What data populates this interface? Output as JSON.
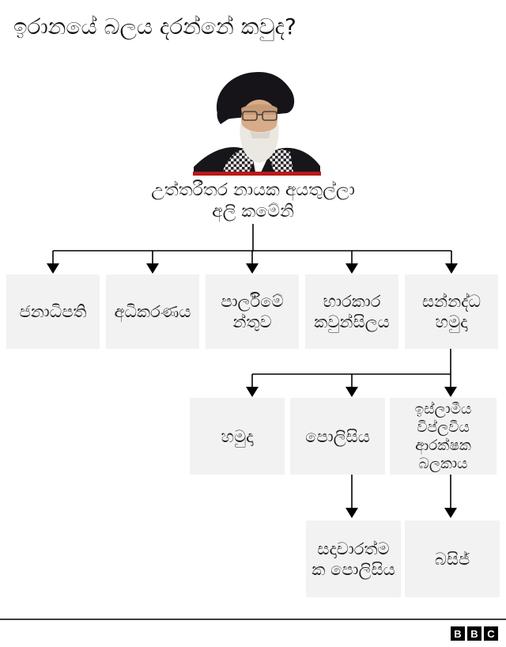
{
  "title": "ඉරානයේ බලය දරන්නේ කවුද?",
  "leader": {
    "photo_icon": "ayatollah-ali-khamenei-portrait",
    "caption_line1": "උත්තරීතර නායක අයතුල්ලා",
    "caption_line2": "අලි කමේනි"
  },
  "org_chart": {
    "level1": [
      {
        "label": "ජනාධිපති"
      },
      {
        "label": "අධිකරණය"
      },
      {
        "label": "පාර්ලිමේ\nන්තුව"
      },
      {
        "label": "භාරකාර\nකවුන්සිලය"
      },
      {
        "label": "සන්නද්ධ\nහමුදා"
      }
    ],
    "level2": [
      {
        "label": "හමුදා"
      },
      {
        "label": "පොලිසිය"
      },
      {
        "label": "ඉස්ලාමීය\nවිප්ලවීය\nආරක්ෂක\nබලකාය"
      }
    ],
    "level3": [
      {
        "label": "සදාචාරත්ම\nක පොලිසිය"
      },
      {
        "label": "බසිජ්"
      }
    ]
  },
  "colors": {
    "accent_red": "#bb1919",
    "box_bg": "#f2f2f2",
    "line_color": "#000000",
    "text_color": "#1c1c1c"
  },
  "footer": {
    "logo_letters": [
      "B",
      "B",
      "C"
    ]
  }
}
